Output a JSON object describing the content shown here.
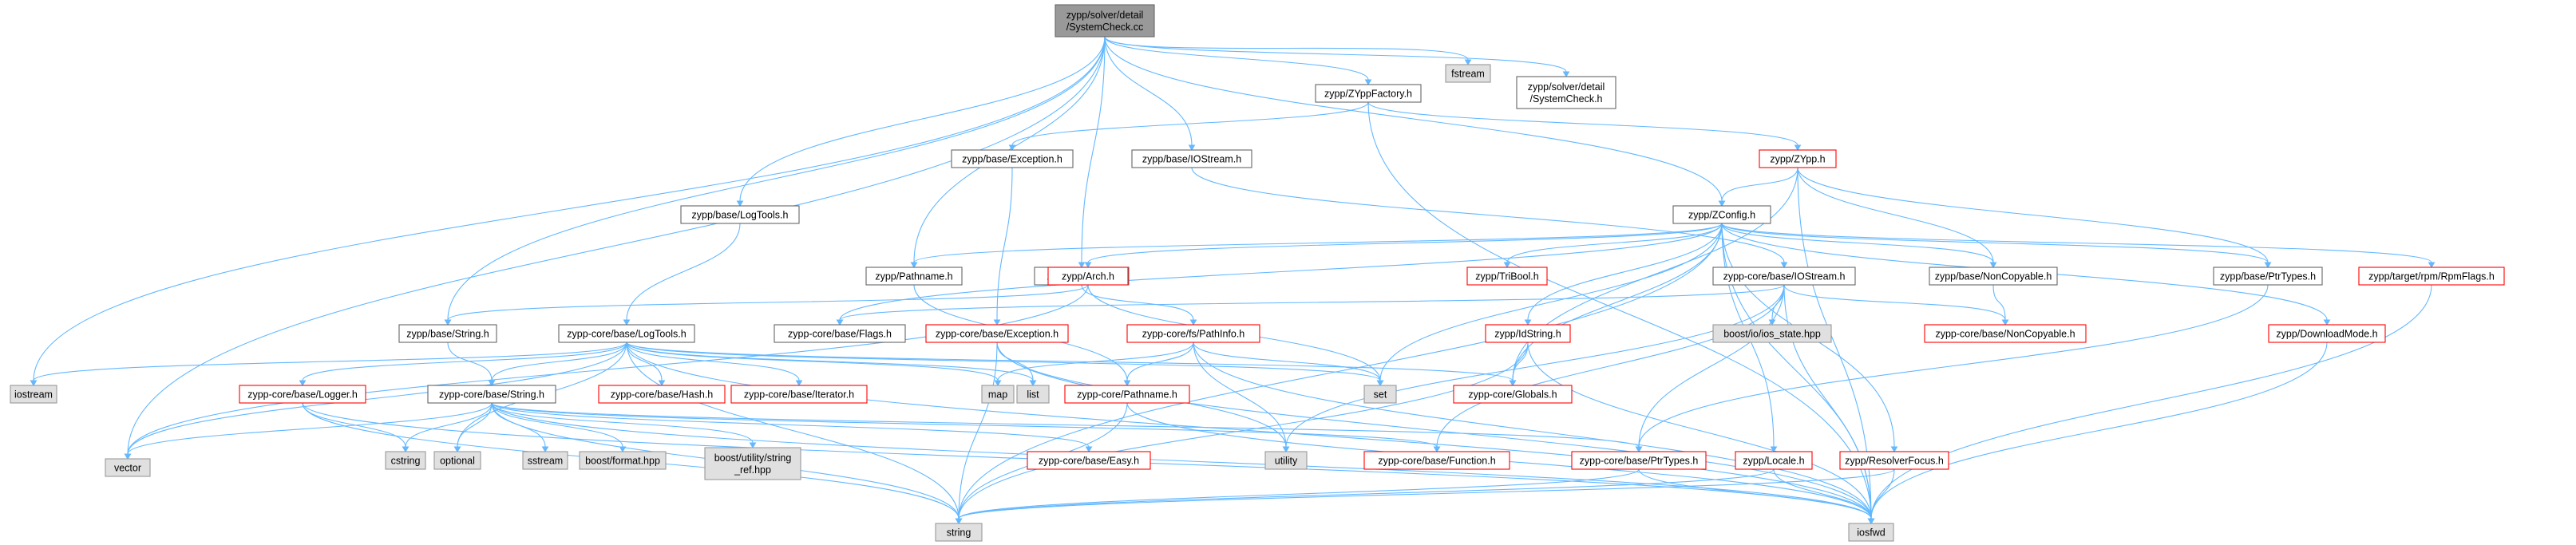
{
  "diagram": {
    "type": "include-dependency-graph",
    "colors": {
      "edge": "#63b8ff",
      "root_fill": "#999999",
      "root_border": "#666666",
      "normal_fill": "#ffffff",
      "normal_border": "#666666",
      "truncated_border": "#ff0000",
      "truncated_text": "#000000",
      "system_fill": "#e0e0e0",
      "system_border": "#999999",
      "text": "#000000"
    },
    "nodes": {
      "root": {
        "lines": [
          "zypp/solver/detail",
          "/SystemCheck.cc"
        ],
        "kind": "root"
      },
      "vector": {
        "lines": [
          "vector"
        ],
        "kind": "system"
      },
      "iostream": {
        "lines": [
          "iostream"
        ],
        "kind": "system"
      },
      "base_string_h": {
        "lines": [
          "zypp/base/String.h"
        ],
        "kind": "normal"
      },
      "base_logtools_h": {
        "lines": [
          "zypp/base/LogTools.h"
        ],
        "kind": "normal"
      },
      "pathname_h": {
        "lines": [
          "zypp/Pathname.h"
        ],
        "kind": "normal"
      },
      "pathinfo_h": {
        "lines": [
          "zypp/PathInfo.h"
        ],
        "kind": "normal"
      },
      "base_iostream_h": {
        "lines": [
          "zypp/base/IOStream.h"
        ],
        "kind": "normal"
      },
      "zyppfactory_h": {
        "lines": [
          "zypp/ZYppFactory.h"
        ],
        "kind": "normal"
      },
      "base_exception_h": {
        "lines": [
          "zypp/base/Exception.h"
        ],
        "kind": "normal"
      },
      "fstream": {
        "lines": [
          "fstream"
        ],
        "kind": "system"
      },
      "systemcheck_h": {
        "lines": [
          "zypp/solver/detail",
          "/SystemCheck.h"
        ],
        "kind": "normal"
      },
      "zypp_h": {
        "lines": [
          "zypp/ZYpp.h"
        ],
        "kind": "truncated"
      },
      "zconfig_h": {
        "lines": [
          "zypp/ZConfig.h"
        ],
        "kind": "normal"
      },
      "arch_h": {
        "lines": [
          "zypp/Arch.h"
        ],
        "kind": "truncated"
      },
      "tribool_h": {
        "lines": [
          "zypp/TriBool.h"
        ],
        "kind": "truncated"
      },
      "core_iostream_h": {
        "lines": [
          "zypp-core/base/IOStream.h"
        ],
        "kind": "normal"
      },
      "noncopyable_h": {
        "lines": [
          "zypp/base/NonCopyable.h"
        ],
        "kind": "normal"
      },
      "ptrtypes_h": {
        "lines": [
          "zypp/base/PtrTypes.h"
        ],
        "kind": "normal"
      },
      "rpmflags_h": {
        "lines": [
          "zypp/target/rpm/RpmFlags.h"
        ],
        "kind": "truncated"
      },
      "core_logtools_h": {
        "lines": [
          "zypp-core/base/LogTools.h"
        ],
        "kind": "normal"
      },
      "core_flags_h": {
        "lines": [
          "zypp-core/base/Flags.h"
        ],
        "kind": "normal"
      },
      "core_exception_h": {
        "lines": [
          "zypp-core/base/Exception.h"
        ],
        "kind": "truncated"
      },
      "core_pathinfo_h": {
        "lines": [
          "zypp-core/fs/PathInfo.h"
        ],
        "kind": "truncated"
      },
      "idstring_h": {
        "lines": [
          "zypp/IdString.h"
        ],
        "kind": "truncated"
      },
      "ios_state": {
        "lines": [
          "boost/io/ios_state.hpp"
        ],
        "kind": "system"
      },
      "core_noncopyable_h": {
        "lines": [
          "zypp-core/base/NonCopyable.h"
        ],
        "kind": "truncated"
      },
      "downloadmode_h": {
        "lines": [
          "zypp/DownloadMode.h"
        ],
        "kind": "truncated"
      },
      "logger_h": {
        "lines": [
          "zypp-core/base/Logger.h"
        ],
        "kind": "truncated"
      },
      "core_string_h": {
        "lines": [
          "zypp-core/base/String.h"
        ],
        "kind": "normal"
      },
      "hash_h": {
        "lines": [
          "zypp-core/base/Hash.h"
        ],
        "kind": "truncated"
      },
      "iterator_h": {
        "lines": [
          "zypp-core/base/Iterator.h"
        ],
        "kind": "truncated"
      },
      "map": {
        "lines": [
          "map"
        ],
        "kind": "system"
      },
      "list": {
        "lines": [
          "list"
        ],
        "kind": "system"
      },
      "core_pathname_h": {
        "lines": [
          "zypp-core/Pathname.h"
        ],
        "kind": "truncated"
      },
      "set": {
        "lines": [
          "set"
        ],
        "kind": "system"
      },
      "globals_h": {
        "lines": [
          "zypp-core/Globals.h"
        ],
        "kind": "truncated"
      },
      "cstring": {
        "lines": [
          "cstring"
        ],
        "kind": "system"
      },
      "optional": {
        "lines": [
          "optional"
        ],
        "kind": "system"
      },
      "sstream": {
        "lines": [
          "sstream"
        ],
        "kind": "system"
      },
      "boost_format": {
        "lines": [
          "boost/format.hpp"
        ],
        "kind": "system"
      },
      "string_ref": {
        "lines": [
          "boost/utility/string",
          "_ref.hpp"
        ],
        "kind": "system"
      },
      "easy_h": {
        "lines": [
          "zypp-core/base/Easy.h"
        ],
        "kind": "truncated"
      },
      "utility": {
        "lines": [
          "utility"
        ],
        "kind": "system"
      },
      "function_h": {
        "lines": [
          "zypp-core/base/Function.h"
        ],
        "kind": "truncated"
      },
      "core_ptrtypes_h": {
        "lines": [
          "zypp-core/base/PtrTypes.h"
        ],
        "kind": "truncated"
      },
      "locale_h": {
        "lines": [
          "zypp/Locale.h"
        ],
        "kind": "truncated"
      },
      "resolverfocus_h": {
        "lines": [
          "zypp/ResolverFocus.h"
        ],
        "kind": "truncated"
      },
      "string": {
        "lines": [
          "string"
        ],
        "kind": "system"
      },
      "iosfwd": {
        "lines": [
          "iosfwd"
        ],
        "kind": "system"
      }
    },
    "edges": [
      [
        "root",
        "vector"
      ],
      [
        "root",
        "iostream"
      ],
      [
        "root",
        "base_string_h"
      ],
      [
        "root",
        "base_logtools_h"
      ],
      [
        "root",
        "pathname_h"
      ],
      [
        "root",
        "pathinfo_h"
      ],
      [
        "root",
        "base_iostream_h"
      ],
      [
        "root",
        "zyppfactory_h"
      ],
      [
        "root",
        "fstream"
      ],
      [
        "root",
        "systemcheck_h"
      ],
      [
        "root",
        "zconfig_h"
      ],
      [
        "zyppfactory_h",
        "base_exception_h"
      ],
      [
        "zyppfactory_h",
        "zypp_h"
      ],
      [
        "zyppfactory_h",
        "iosfwd"
      ],
      [
        "base_exception_h",
        "core_exception_h"
      ],
      [
        "base_iostream_h",
        "core_iostream_h"
      ],
      [
        "base_logtools_h",
        "core_logtools_h"
      ],
      [
        "base_string_h",
        "core_string_h"
      ],
      [
        "pathname_h",
        "core_pathname_h"
      ],
      [
        "pathinfo_h",
        "core_pathinfo_h"
      ],
      [
        "zypp_h",
        "zconfig_h"
      ],
      [
        "zypp_h",
        "noncopyable_h"
      ],
      [
        "zypp_h",
        "ptrtypes_h"
      ],
      [
        "zypp_h",
        "globals_h"
      ],
      [
        "zypp_h",
        "iosfwd"
      ],
      [
        "zconfig_h",
        "arch_h"
      ],
      [
        "zconfig_h",
        "tribool_h"
      ],
      [
        "zconfig_h",
        "idstring_h"
      ],
      [
        "zconfig_h",
        "noncopyable_h"
      ],
      [
        "zconfig_h",
        "ptrtypes_h"
      ],
      [
        "zconfig_h",
        "rpmflags_h"
      ],
      [
        "zconfig_h",
        "downloadmode_h"
      ],
      [
        "zconfig_h",
        "pathname_h"
      ],
      [
        "zconfig_h",
        "set"
      ],
      [
        "zconfig_h",
        "string"
      ],
      [
        "zconfig_h",
        "globals_h"
      ],
      [
        "zconfig_h",
        "iosfwd"
      ],
      [
        "zconfig_h",
        "locale_h"
      ],
      [
        "zconfig_h",
        "resolverfocus_h"
      ],
      [
        "zconfig_h",
        "core_flags_h"
      ],
      [
        "arch_h",
        "base_string_h"
      ],
      [
        "arch_h",
        "set"
      ],
      [
        "arch_h",
        "vector"
      ],
      [
        "core_iostream_h",
        "ios_state"
      ],
      [
        "core_iostream_h",
        "core_noncopyable_h"
      ],
      [
        "core_iostream_h",
        "core_ptrtypes_h"
      ],
      [
        "core_iostream_h",
        "function_h"
      ],
      [
        "core_iostream_h",
        "utility"
      ],
      [
        "core_iostream_h",
        "iosfwd"
      ],
      [
        "core_iostream_h",
        "core_flags_h"
      ],
      [
        "noncopyable_h",
        "core_noncopyable_h"
      ],
      [
        "ptrtypes_h",
        "core_ptrtypes_h"
      ],
      [
        "rpmflags_h",
        "iosfwd"
      ],
      [
        "downloadmode_h",
        "iosfwd"
      ],
      [
        "idstring_h",
        "globals_h"
      ],
      [
        "idstring_h",
        "iosfwd"
      ],
      [
        "idstring_h",
        "string"
      ],
      [
        "core_logtools_h",
        "iostream"
      ],
      [
        "core_logtools_h",
        "vector"
      ],
      [
        "core_logtools_h",
        "logger_h"
      ],
      [
        "core_logtools_h",
        "core_string_h"
      ],
      [
        "core_logtools_h",
        "hash_h"
      ],
      [
        "core_logtools_h",
        "iterator_h"
      ],
      [
        "core_logtools_h",
        "map"
      ],
      [
        "core_logtools_h",
        "list"
      ],
      [
        "core_logtools_h",
        "set"
      ],
      [
        "core_logtools_h",
        "globals_h"
      ],
      [
        "core_logtools_h",
        "optional"
      ],
      [
        "core_logtools_h",
        "string"
      ],
      [
        "core_logtools_h",
        "iosfwd"
      ],
      [
        "core_exception_h",
        "list"
      ],
      [
        "core_exception_h",
        "string"
      ],
      [
        "core_exception_h",
        "iosfwd"
      ],
      [
        "core_exception_h",
        "utility"
      ],
      [
        "core_pathinfo_h",
        "map"
      ],
      [
        "core_pathinfo_h",
        "set"
      ],
      [
        "core_pathinfo_h",
        "core_pathname_h"
      ],
      [
        "core_pathinfo_h",
        "utility"
      ],
      [
        "core_pathinfo_h",
        "iosfwd"
      ],
      [
        "logger_h",
        "cstring"
      ],
      [
        "logger_h",
        "string"
      ],
      [
        "logger_h",
        "iosfwd"
      ],
      [
        "core_string_h",
        "cstring"
      ],
      [
        "core_string_h",
        "vector"
      ],
      [
        "core_string_h",
        "optional"
      ],
      [
        "core_string_h",
        "sstream"
      ],
      [
        "core_string_h",
        "boost_format"
      ],
      [
        "core_string_h",
        "string_ref"
      ],
      [
        "core_string_h",
        "easy_h"
      ],
      [
        "core_string_h",
        "core_ptrtypes_h"
      ],
      [
        "core_string_h",
        "function_h"
      ],
      [
        "core_string_h",
        "string"
      ],
      [
        "core_string_h",
        "iosfwd"
      ],
      [
        "core_pathname_h",
        "string"
      ],
      [
        "core_pathname_h",
        "iosfwd"
      ],
      [
        "core_ptrtypes_h",
        "string"
      ],
      [
        "core_ptrtypes_h",
        "iosfwd"
      ],
      [
        "locale_h",
        "string"
      ],
      [
        "locale_h",
        "iosfwd"
      ],
      [
        "resolverfocus_h",
        "string"
      ],
      [
        "resolverfocus_h",
        "iosfwd"
      ]
    ]
  }
}
